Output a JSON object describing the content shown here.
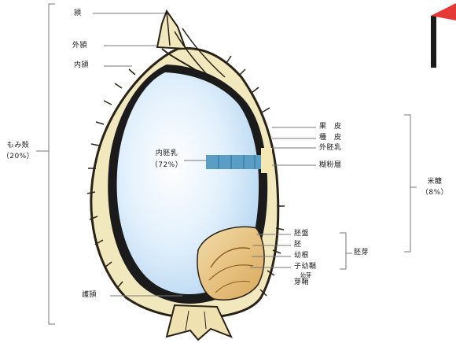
{
  "labels": {
    "awn": "頴",
    "lemma": "外頴",
    "palea": "内頴",
    "hull": "もみ殻",
    "hull_pct": "（20%）",
    "endosperm": "内胚乳",
    "endosperm_pct": "（72%）",
    "pericarp": "果　皮",
    "seed_coat": "種　皮",
    "perisperm": "外胚乳",
    "aleurone": "糊粉層",
    "bran": "米糠",
    "bran_pct": "（8%）",
    "scutellum": "胚盤",
    "embryo": "胚",
    "radicle": "幼根",
    "coleorhiza": "子幼鞘",
    "plumule_small": "幼芽",
    "bud_sheath": "芽鞘",
    "germ": "胚芽",
    "protective_glume": "護頴"
  },
  "colors": {
    "hull": "#f1e8bd",
    "hull_dark": "#2b2217",
    "endosperm_light": "#ffffff",
    "endosperm_blue": "#bfdcf5",
    "aleurone": "#1b1b1b",
    "aleurone_band": "#5a9ec6",
    "germ": "#e9c985",
    "bracket": "#777777",
    "flag": "#e53935"
  }
}
